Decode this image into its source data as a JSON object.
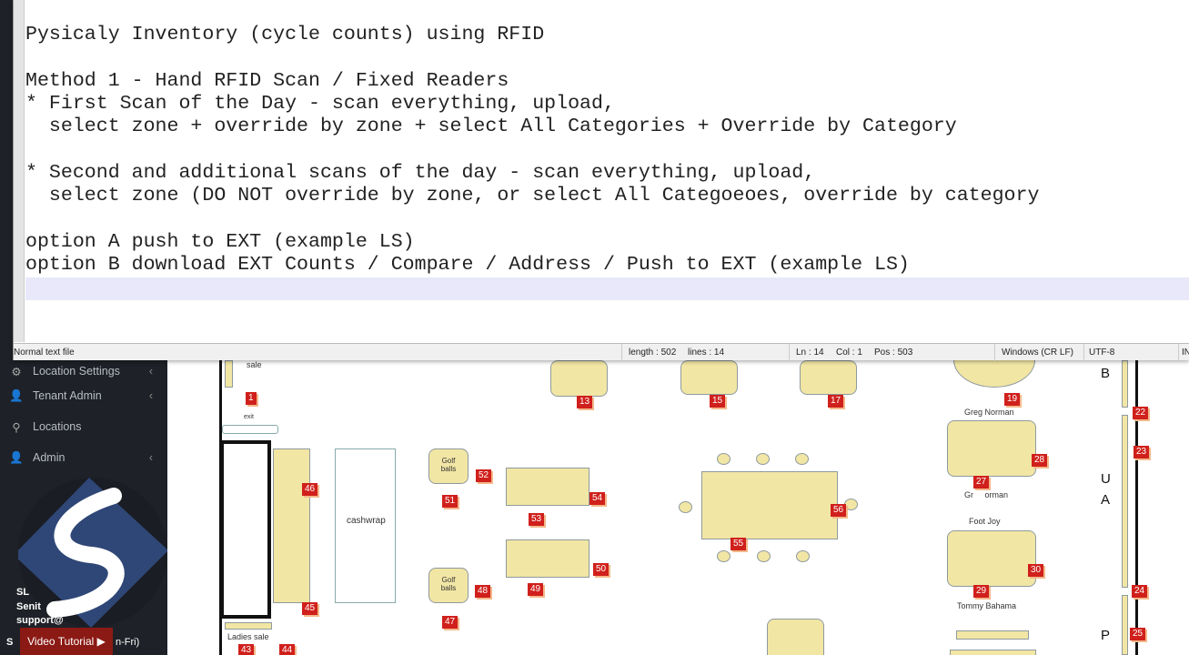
{
  "editor": {
    "lines": [
      "Pysicaly Inventory (cycle counts) using RFID",
      "",
      "Method 1 - Hand RFID Scan / Fixed Readers",
      "* First Scan of the Day - scan everything, upload,",
      "  select zone + override by zone + select All Categories + Override by Category",
      "",
      "* Second and additional scans of the day - scan everything, upload,",
      "  select zone (DO NOT override by zone, or select All Categoeoes, override by category",
      "",
      "option A push to EXT (example LS)",
      "option B download EXT Counts / Compare / Address / Push to EXT (example LS)",
      ""
    ],
    "status": {
      "type": "Normal text file",
      "length": "length : 502",
      "lines": "lines : 14",
      "ln": "Ln : 14",
      "col": "Col : 1",
      "pos": "Pos : 503",
      "eol": "Windows (CR LF)",
      "encoding": "UTF-8",
      "mode": "IN"
    }
  },
  "sidebar": {
    "items": [
      {
        "label": "Location Settings",
        "icon": "gears-icon"
      },
      {
        "label": "Tenant Admin",
        "icon": "user-icon"
      },
      {
        "label": "Locations",
        "icon": "map-pin-icon"
      },
      {
        "label": "Admin",
        "icon": "user-icon"
      }
    ],
    "footer": {
      "line1": "SL",
      "line2": "Senit",
      "line3": "support@",
      "line4": "S",
      "hours": "n-Fri)"
    },
    "video_tutorial": "Video Tutorial"
  },
  "map": {
    "labels": {
      "sale": "sale",
      "exit": "exit",
      "cashwrap": "cashwrap",
      "golf_balls": "Golf balls",
      "greg_norman": "Greg Norman",
      "greg_norman2": "Gr     orman",
      "foot_joy": "Foot Joy",
      "tommy_bahama": "Tommy Bahama",
      "ladies_sale": "Ladies sale",
      "letter_b": "B",
      "letter_u": "U",
      "letter_a": "A",
      "letter_p": "P"
    },
    "markers": [
      "1",
      "13",
      "15",
      "17",
      "19",
      "22",
      "23",
      "28",
      "27",
      "46",
      "52",
      "54",
      "51",
      "53",
      "56",
      "55",
      "50",
      "49",
      "48",
      "45",
      "47",
      "30",
      "29",
      "24",
      "25",
      "43",
      "44"
    ]
  }
}
